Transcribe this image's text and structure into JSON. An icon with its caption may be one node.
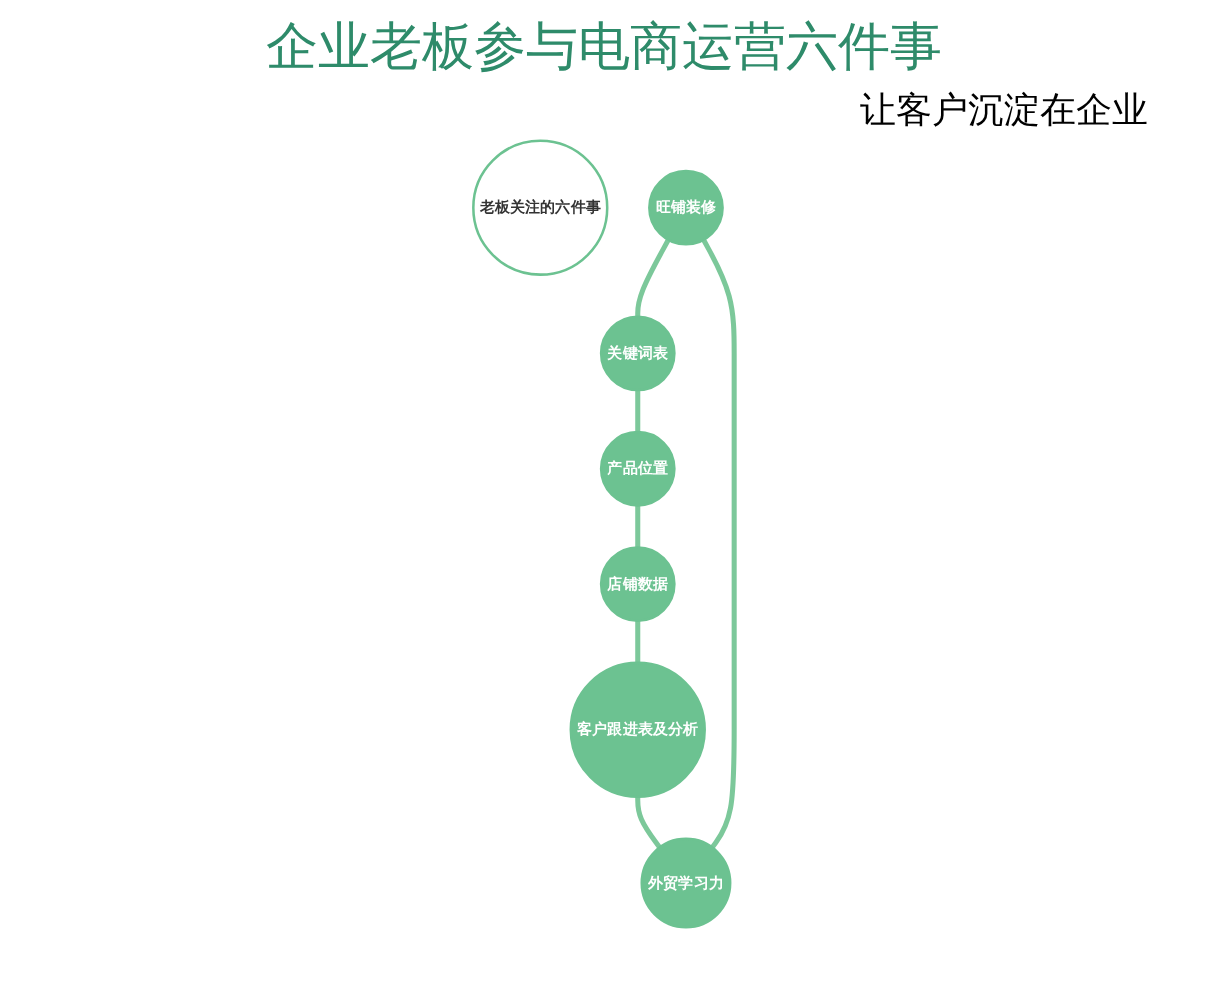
{
  "diagram": {
    "title": "企业老板参与电商运营六件事",
    "nodes": [
      {
        "text": [
          "老板关注的六件事"
        ]
      },
      {
        "text": [
          "旺铺装修"
        ]
      },
      {
        "text": [
          "关键词表"
        ]
      },
      {
        "text": [
          "产品位置"
        ]
      },
      {
        "text": [
          "店铺数据"
        ]
      },
      {
        "text": [
          "客户跟进表及分析"
        ]
      },
      {
        "text": [
          "外贸学习力"
        ]
      }
    ],
    "edges": [
      {
        "from": 1,
        "to": 2,
        "arrow": "none"
      },
      {
        "from": 2,
        "to": 3,
        "arrow": "none"
      },
      {
        "from": 3,
        "to": 4,
        "arrow": "none"
      },
      {
        "from": 4,
        "to": 5,
        "arrow": "none"
      },
      {
        "from": 5,
        "to": 6,
        "arrow": "none"
      },
      {
        "from": 6,
        "to": 1,
        "arrow": "none"
      }
    ],
    "labels": [
      "让客户沉淀在企业"
    ]
  }
}
